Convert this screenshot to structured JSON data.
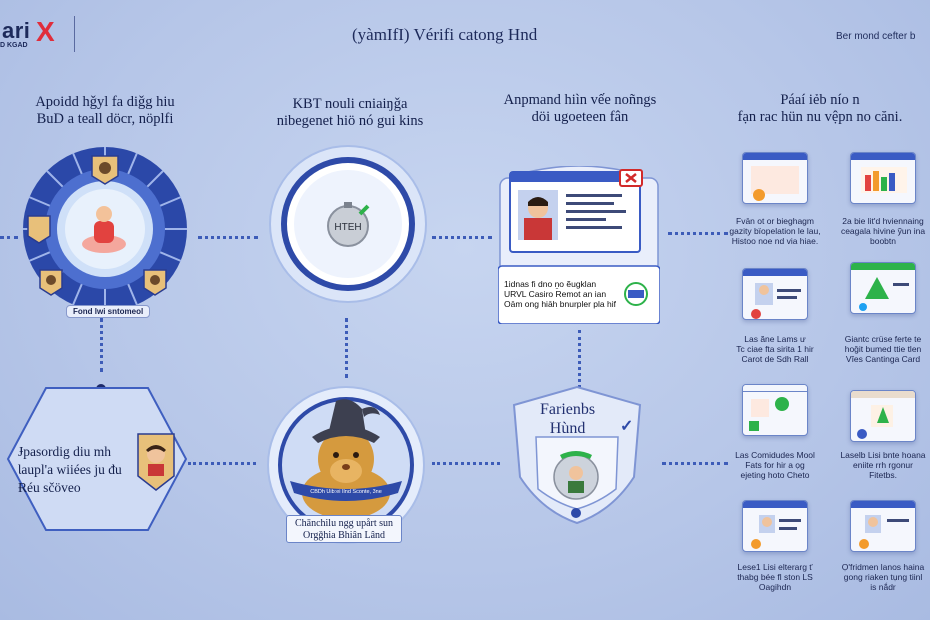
{
  "header": {
    "logo_text": "ari",
    "logo_x": "X",
    "logo_sub": "D KGAD",
    "title": "(yàmIfI) Vérifi catong Hnd",
    "top_right": "Ber mond cefter b"
  },
  "columns": {
    "col1_title_1": "Apoidd hǧyl fa diǧg hiu",
    "col1_title_2": "BuD a teall döcr, nöplfi",
    "col2_title_1": "KBT nouli cniaiŋǧa",
    "col2_title_2": "nibegenet hiö nó gui kins",
    "col3_title_1": "Anpmand hiìn vếe noñngs",
    "col3_title_2": "döi ugoeteen fân",
    "col4_title_1": "Páaí iẻb nío n",
    "col4_title_2": "fạn rac hün nu vệpn no căni."
  },
  "wheel": {
    "label": "Fond lwi sntomeol"
  },
  "clock": {
    "center_text": "HTEH"
  },
  "document": {
    "caption_1": "1idnas fi dno ṉo ẽuɡklan",
    "caption_2": "URVL Casiro Remot an ian",
    "caption_3": "Oām ong hiāh bnurpler pla hif"
  },
  "grid": {
    "items": [
      {
        "cap1": "Fvān ot or bieghagm",
        "cap2": "gazity bïopelation le lau,",
        "cap3": "Histoo noe nd via hiae."
      },
      {
        "cap1": "2a bie lit'd hviennaing",
        "cap2": "ceagala hivine ỹun ina",
        "cap3": "boobtn"
      },
      {
        "cap1": "Las ăne Lams ư",
        "cap2": "Tc ciae fta sirita 1 hir",
        "cap3": "Carot de Sdh Rall"
      },
      {
        "cap1": "Giantc crüse ferte te",
        "cap2": "hoǧit bumed ttie tlen",
        "cap3": "Vîes Cantinga Card"
      },
      {
        "cap1": "Las Comidudes Mool",
        "cap2": "Fats for hir a ọg",
        "cap3": "ejeting hoto Cheto"
      },
      {
        "cap1": "Laselb Lisi bnte hoana",
        "cap2": "eniite rrh rgonur",
        "cap3": "Fitetbs."
      },
      {
        "cap1": "Lese1 Lisi elterarg ť",
        "cap2": "thabg bée fl ston LS",
        "cap3": "Oagihdn"
      },
      {
        "cap1": "Ọ'fridmen lanos haina",
        "cap2": "gong riaken tụng tiinl",
        "cap3": "is nắdr"
      }
    ]
  },
  "hex": {
    "line1": "Ɉpasordig diu mh",
    "line2": "Ɩaupl'a wiiées ju đu",
    "line3": "Ɍéu sčöveo"
  },
  "hat": {
    "banner": "CBDh Uib:ei Ilnd Sconte, 3ne",
    "label1": "Chānchilu ngg upårt sun",
    "label2": "Orgǧhia Bhiân Lând"
  },
  "shield": {
    "title1": "Farienbs",
    "title2": "Hùnd",
    "check": "✓"
  },
  "colors": {
    "accent": "#3a5bc4",
    "bg": "#bccbe9",
    "brand_red": "#e02d3c"
  }
}
